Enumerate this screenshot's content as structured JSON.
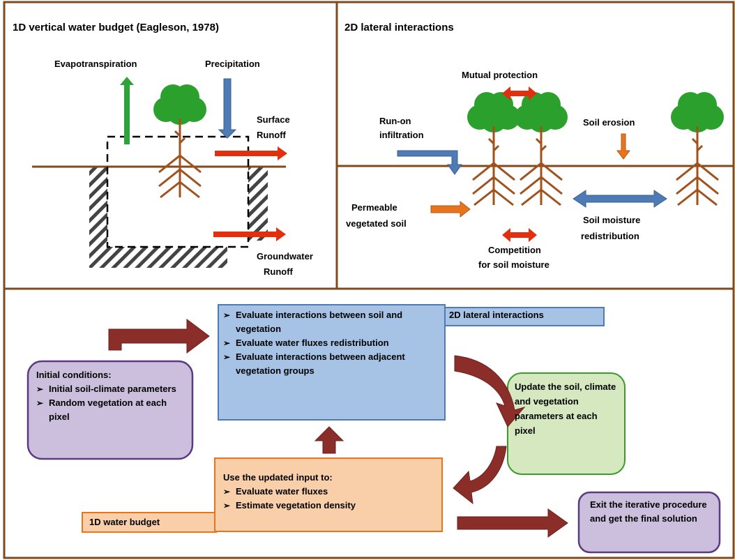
{
  "panels": {
    "vertical": {
      "title": "1D vertical water budget (Eagleson, 1978)",
      "labels": {
        "evapotranspiration": "Evapotranspiration",
        "precipitation": "Precipitation",
        "surface_runoff_1": "Surface",
        "surface_runoff_2": "Runoff",
        "groundwater_runoff_1": "Groundwater",
        "groundwater_runoff_2": "Runoff"
      }
    },
    "lateral": {
      "title": "2D lateral interactions",
      "labels": {
        "mutual_protection": "Mutual protection",
        "run_on_1": "Run-on",
        "run_on_2": "infiltration",
        "soil_erosion": "Soil erosion",
        "permeable_1": "Permeable",
        "permeable_2": "vegetated soil",
        "competition_1": "Competition",
        "competition_2": "for soil moisture",
        "redistribution_1": "Soil moisture",
        "redistribution_2": "redistribution"
      }
    }
  },
  "flowchart": {
    "lateral_box": {
      "tag": "2D lateral interactions",
      "items": [
        "Evaluate interactions between soil and vegetation",
        "Evaluate water fluxes redistribution",
        "Evaluate interactions between adjacent vegetation groups"
      ]
    },
    "initial_box": {
      "heading": "Initial conditions:",
      "items": [
        "Initial soil-climate parameters",
        "Random vegetation at each pixel"
      ]
    },
    "update_box": {
      "text": "Update the soil, climate and vegetation parameters at each pixel"
    },
    "water_box": {
      "tag": "1D water budget",
      "heading": "Use the updated input to:",
      "items": [
        "Evaluate water fluxes",
        "Estimate vegetation density"
      ]
    },
    "exit_box": {
      "text": "Exit the iterative procedure and get the final solution"
    }
  },
  "colors": {
    "frame": "#7f4a1e",
    "tree_crown": "#2ca02c",
    "trunk": "#a0521d",
    "green_arrow": "#2ea33a",
    "blue_arrow": "#4f7bb5",
    "red_arrow": "#e03010",
    "orange_arrow": "#e8741e",
    "dark_red_arrow": "#8b2e2a",
    "box_blue": "#a6c3e6",
    "box_purple": "#cbbfdd",
    "box_green": "#d5e8c0",
    "box_orange": "#f9cfaa"
  }
}
